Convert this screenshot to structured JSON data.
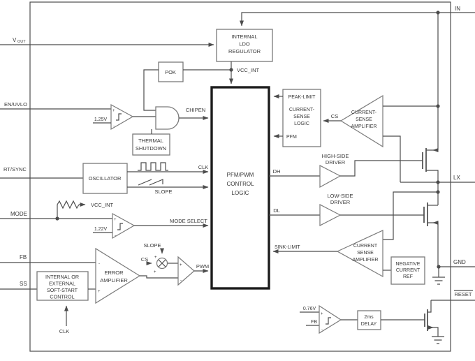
{
  "colors": {
    "background": "#ffffff",
    "wire": "#4c4c4c",
    "box_border": "#7a7a7a",
    "control_border": "#1c1c1c",
    "text": "#383838"
  },
  "pins": {
    "vout": {
      "label": "V",
      "sub": "OUT"
    },
    "en_uvlo": {
      "label": "EN/UVLO"
    },
    "rt_sync": {
      "label": "RT/SYNC"
    },
    "mode": {
      "label": "MODE"
    },
    "fb": {
      "label": "FB"
    },
    "ss": {
      "label": "SS"
    },
    "in": {
      "label": "IN"
    },
    "lx": {
      "label": "LX"
    },
    "gnd": {
      "label": "GND"
    },
    "reset": {
      "label": "RESET"
    }
  },
  "blocks": {
    "ldo": {
      "lines": [
        "INTERNAL",
        "LDO",
        "REGULATOR"
      ]
    },
    "pok": {
      "label": "POK"
    },
    "thermal_shutdown": {
      "lines": [
        "THERMAL",
        "SHUTDOWN"
      ]
    },
    "oscillator": {
      "label": "OSCILLATOR"
    },
    "control_logic": {
      "lines": [
        "PFM/PWM",
        "CONTROL",
        "LOGIC"
      ]
    },
    "current_sense_logic": {
      "peak_limit": "PEAK-LIMIT",
      "lines": [
        "CURRENT-",
        "SENSE",
        "LOGIC"
      ],
      "pfm": "PFM"
    },
    "cs_amp_top": {
      "lines": [
        "CURRENT-",
        "SENSE",
        "AMPLIFIER"
      ]
    },
    "cs_amp_bottom": {
      "lines": [
        "CURRENT",
        "SENSE",
        "AMPLIFIER"
      ]
    },
    "high_side_driver": {
      "lines": [
        "HIGH-SIDE",
        "DRIVER"
      ]
    },
    "low_side_driver": {
      "lines": [
        "LOW-SIDE",
        "DRIVER"
      ]
    },
    "error_amplifier": {
      "lines": [
        "ERROR",
        "AMPLIFIER"
      ]
    },
    "soft_start": {
      "lines": [
        "INTERNAL OR",
        "EXTERNAL",
        "SOFT-START",
        "CONTROL"
      ]
    },
    "negative_current_ref": {
      "lines": [
        "NEGATIVE",
        "CURRENT",
        "REF"
      ]
    },
    "delay": {
      "lines": [
        "2ms",
        "DELAY"
      ]
    }
  },
  "signals": {
    "chipen": "CHIPEN",
    "clk": "CLK",
    "slope": "SLOPE",
    "vcc_int": "VCC_INT",
    "mode_select": "MODE SELECT",
    "pwm": "PWM",
    "dh": "DH",
    "dl": "DL",
    "sink_limit": "SINK-LIMIT",
    "cs": "CS"
  },
  "references": {
    "v_en": "1.25V",
    "v_mode": "1.22V",
    "v_reset": "0.76V",
    "fb": "FB"
  },
  "marks": {
    "plus": "+",
    "minus": "-"
  }
}
